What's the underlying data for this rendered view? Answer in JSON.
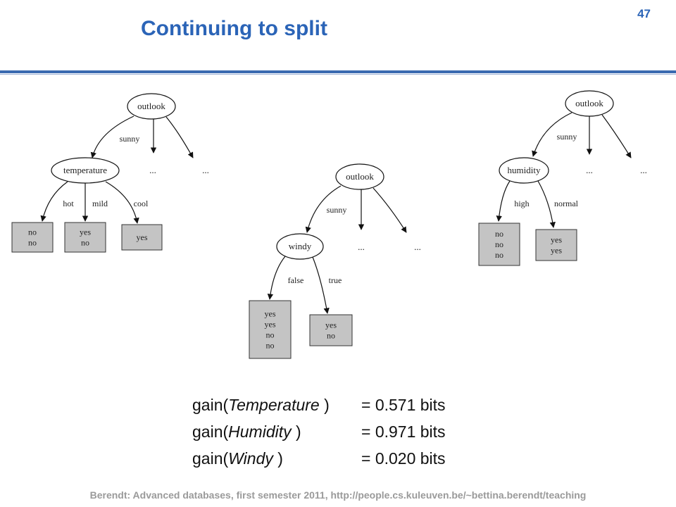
{
  "slide": {
    "title": "Continuing to split",
    "page_number": "47",
    "footer": "Berendt: Advanced databases, first semester 2011, http://people.cs.kuleuven.be/~bettina.berendt/teaching"
  },
  "trees": [
    {
      "root": "outlook",
      "branch": "sunny",
      "node": "temperature",
      "others": [
        "...",
        "..."
      ],
      "children": [
        {
          "edge": "hot",
          "leaf": [
            "no",
            "no"
          ]
        },
        {
          "edge": "mild",
          "leaf": [
            "yes",
            "no"
          ]
        },
        {
          "edge": "cool",
          "leaf": [
            "yes"
          ]
        }
      ]
    },
    {
      "root": "outlook",
      "branch": "sunny",
      "node": "windy",
      "others": [
        "...",
        "..."
      ],
      "children": [
        {
          "edge": "false",
          "leaf": [
            "yes",
            "yes",
            "no",
            "no"
          ]
        },
        {
          "edge": "true",
          "leaf": [
            "yes",
            "no"
          ]
        }
      ]
    },
    {
      "root": "outlook",
      "branch": "sunny",
      "node": "humidity",
      "others": [
        "...",
        "..."
      ],
      "children": [
        {
          "edge": "high",
          "leaf": [
            "no",
            "no",
            "no"
          ]
        },
        {
          "edge": "normal",
          "leaf": [
            "yes",
            "yes"
          ]
        }
      ]
    }
  ],
  "gains": [
    {
      "prefix": "gain(",
      "attr": "Temperature",
      "suffix": " )",
      "value": "= 0.571 bits"
    },
    {
      "prefix": "gain(",
      "attr": "Humidity",
      "suffix": " )",
      "value": "= 0.971 bits"
    },
    {
      "prefix": "gain(",
      "attr": "Windy",
      "suffix": " )",
      "value": "= 0.020 bits"
    }
  ]
}
